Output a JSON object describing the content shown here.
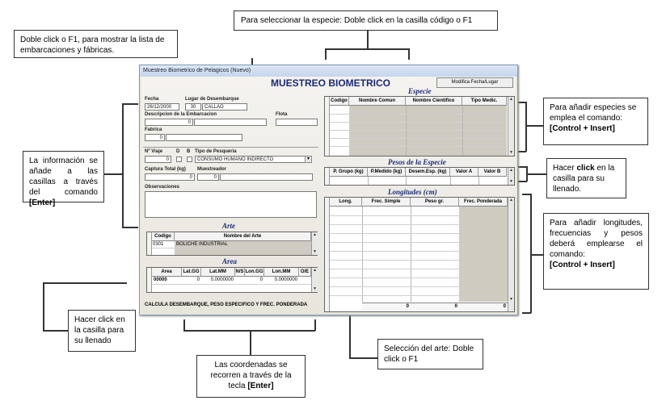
{
  "callouts": {
    "top": "Para seleccionar la especie: Doble click  en la casilla código o F1",
    "top_left": "Doble click  o F1, para mostrar la lista de embarcaciones y fábricas.",
    "left_prefix": "La información se añade a las casillas a través del comando",
    "left_cmd": "[Enter]",
    "right1_prefix": "Para añadir especies se emplea el comando:",
    "right1_cmd": "[Control + Insert]",
    "right2_prefix": "Hacer",
    "right2_bold": "click",
    "right2_suffix": "en la casilla para su llenado.",
    "right3_prefix": "Para añadir longitudes, frecuencias y pesos deberá emplearse el comando:",
    "right3_cmd": "[Control + Insert]",
    "bottom_left": "Hacer click en la casilla para su llenado",
    "bottom_center_prefix": "Las coordenadas se recorren a través de la tecla",
    "bottom_center_cmd": "[Enter]",
    "bottom_right": "Selección del arte: Doble click  o F1"
  },
  "window": {
    "title": "Muestreo Biometrico de Pelagicos (Nuevo)",
    "heading": "MUESTREO BIOMETRICO",
    "modify_button": "Modifica Fecha/Lugar"
  },
  "form": {
    "fecha_label": "Fecha",
    "fecha_value": "26/12/2000",
    "lugar_label": "Lugar de Desembarque",
    "lugar_code": "30",
    "lugar_name": "CALLAO",
    "embarcacion_label": "Descripcion de la Embarcacion",
    "embarcacion_value": "0",
    "flota_label": "Flota",
    "fabrica_label": "Fabrica",
    "fabrica_value": "0",
    "viaje_label": "Nº Viaje",
    "viaje_value": "0",
    "d_label": "D",
    "b_label": "B",
    "pesqueria_label": "Tipo de Pesqueria",
    "pesqueria_value": "CONSUMO HUMANO INDIRECTO",
    "captura_label": "Captura Total (kg)",
    "captura_value": "0",
    "muestreador_label": "Muestreador",
    "muestreador_value": "0",
    "observaciones_label": "Observaciones"
  },
  "arte": {
    "title": "Arte",
    "columns": [
      "Codigo",
      "Nombre del Arte"
    ],
    "rows": [
      [
        "0301",
        "BOLICHE INDUSTRIAL"
      ]
    ]
  },
  "area": {
    "title": "Area",
    "columns": [
      "Area",
      "Lat.GG",
      "Lat.MM",
      "N/S",
      "Lon.GG",
      "Lon.MM",
      "O/E"
    ],
    "row": [
      "00000",
      "0",
      "0.0000000",
      "",
      "0",
      "0.0000000",
      ""
    ]
  },
  "status_text": "CALCULA DESEMBARQUE, PESO ESPECIFICO Y FREC. PONDERADA",
  "especie": {
    "title": "Especie",
    "columns": [
      "Codigo",
      "Nombre Comun",
      "Nombre Cientifico",
      "Tipo Medic."
    ]
  },
  "pesos": {
    "title": "Pesos de la Especie",
    "columns": [
      "P. Grupo (kg)",
      "P.Medido (kg)",
      "Desem.Esp. (kg)",
      "Valor A",
      "Valor B"
    ]
  },
  "longitudes": {
    "title": "Longitudes (cm)",
    "columns": [
      "Long.",
      "Frec. Simple",
      "Peso gr.",
      "Frec. Ponderada"
    ],
    "totals": [
      "0",
      "0",
      "0"
    ]
  },
  "colors": {
    "heading": "#1a2a7a",
    "gray_cell": "#cfcbc1",
    "line": "#333333"
  }
}
